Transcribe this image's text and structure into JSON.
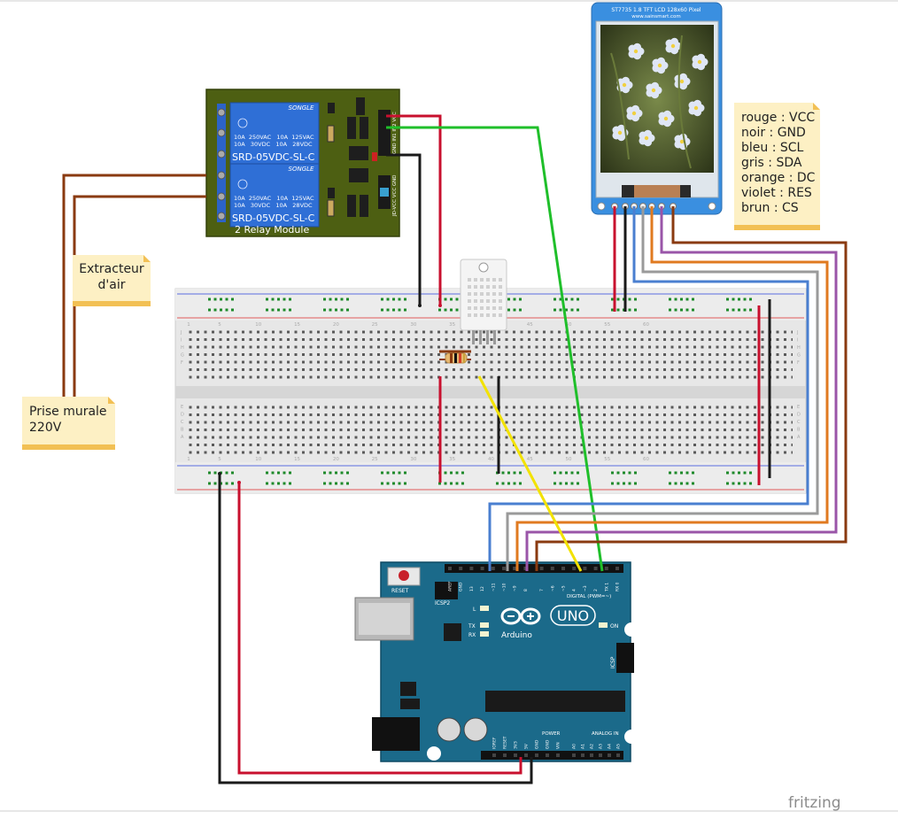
{
  "app": {
    "watermark": "fritzing"
  },
  "relay": {
    "brand": "SONGLE",
    "ratings_line1": "10A  250VAC   10A  125VAC",
    "ratings_line2": "10A   30VDC   10A   28VDC",
    "model": "SRD-05VDC-SL-C",
    "caption": "2 Relay Module",
    "pins_top": "GND IN1 IN2 VCC",
    "pins_bottom": "JD-VCC VCC GND"
  },
  "lcd": {
    "title_line1": "ST7735 1.8 TFT LCD 128x60 Pixel",
    "title_line2": "www.sainsmart.com"
  },
  "notes": {
    "extracteur": {
      "line1": "Extracteur",
      "line2": "d'air"
    },
    "prise": {
      "line1": "Prise murale",
      "line2": "220V"
    },
    "legend": [
      "rouge : VCC",
      "noir : GND",
      "bleu : SCL",
      "gris : SDA",
      "orange : DC",
      "violet : RES",
      "brun : CS"
    ]
  },
  "breadboard": {
    "col_numbers": [
      "1",
      "5",
      "10",
      "15",
      "20",
      "25",
      "30",
      "35",
      "40",
      "45",
      "50",
      "55",
      "60"
    ],
    "row_letters_top": [
      "J",
      "I",
      "H",
      "G",
      "F"
    ],
    "row_letters_bottom": [
      "E",
      "D",
      "C",
      "B",
      "A"
    ]
  },
  "arduino": {
    "reset": "RESET",
    "icsp2": "ICSP2",
    "icsp": "ICSP",
    "brand": "Arduino",
    "uno": "UNO",
    "digital": "DIGITAL (PWM=~)",
    "power": "POWER",
    "analog": "ANALOG IN",
    "led_l": "L",
    "led_tx": "TX",
    "led_rx": "RX",
    "led_on": "ON",
    "digital_pins": [
      "AREF",
      "GND",
      "13",
      "12",
      "~11",
      "~10",
      "~9",
      "8",
      "7",
      "~6",
      "~5",
      "4",
      "~3",
      "2",
      "TX 1",
      "RX 0"
    ],
    "power_pins": [
      "IOREF",
      "RESET",
      "3V3",
      "5V",
      "GND",
      "GND",
      "VIN"
    ],
    "analog_pins": [
      "A0",
      "A1",
      "A2",
      "A3",
      "A4",
      "A5"
    ]
  },
  "colors": {
    "red": "#c8102e",
    "black": "#1a1a1a",
    "green": "#1fbf2a",
    "yellow": "#f2e200",
    "blue": "#4a7fd0",
    "gray": "#9a9a9a",
    "orange": "#e07a20",
    "violet": "#9a55a8",
    "brown": "#8a3a10",
    "relay_pcb": "#4d5f12",
    "relay_blue": "#2f6fd6",
    "arduino": "#1b6a8a",
    "note_bg": "#fdf0c4",
    "note_edge": "#f2c054"
  }
}
